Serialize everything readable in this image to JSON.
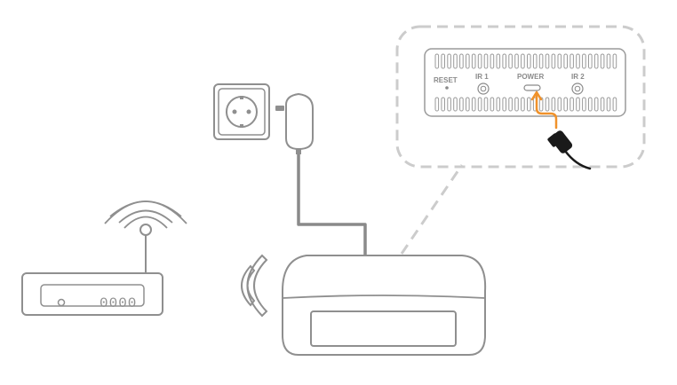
{
  "port_labels": {
    "reset": "RESET",
    "ir1": "IR 1",
    "power": "POWER",
    "ir2": "IR 2"
  },
  "router_ports": "0000",
  "colors": {
    "outline": "#8f8f8f",
    "dashed": "#c8c8c8",
    "cable": "#8a8a8a",
    "accent": "#f0922b",
    "plug": "#1a1a1a"
  },
  "icons": {
    "wall_socket": "power-outlet-icon",
    "adapter": "power-adapter-icon",
    "router": "wifi-router-icon",
    "hub": "hub-device-icon",
    "wireless": "wireless-signal-icon"
  }
}
